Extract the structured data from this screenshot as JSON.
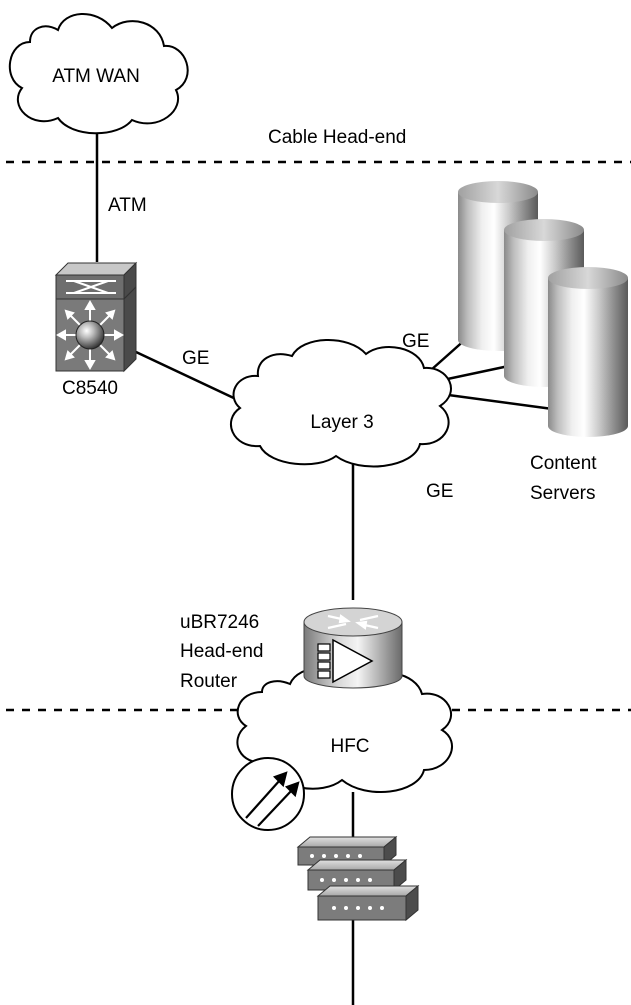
{
  "labels": {
    "atm_wan": "ATM WAN",
    "cable_headend": "Cable Head-end",
    "atm_link": "ATM",
    "c8540": "C8540",
    "ge_left": "GE",
    "ge_servers": "GE",
    "layer3": "Layer 3",
    "ge_bottom": "GE",
    "content_servers_line1": "Content",
    "content_servers_line2": "Servers",
    "ubr_line1": "uBR7246",
    "ubr_line2": "Head-end",
    "ubr_line3": "Router",
    "hfc": "HFC"
  },
  "icons": {
    "switch": "layer3-switch-icon",
    "router": "cable-headend-router-icon",
    "servers": "cylinder-server-icon",
    "modems": "cable-modem-icon",
    "rf": "rf-amplifier-icon"
  }
}
